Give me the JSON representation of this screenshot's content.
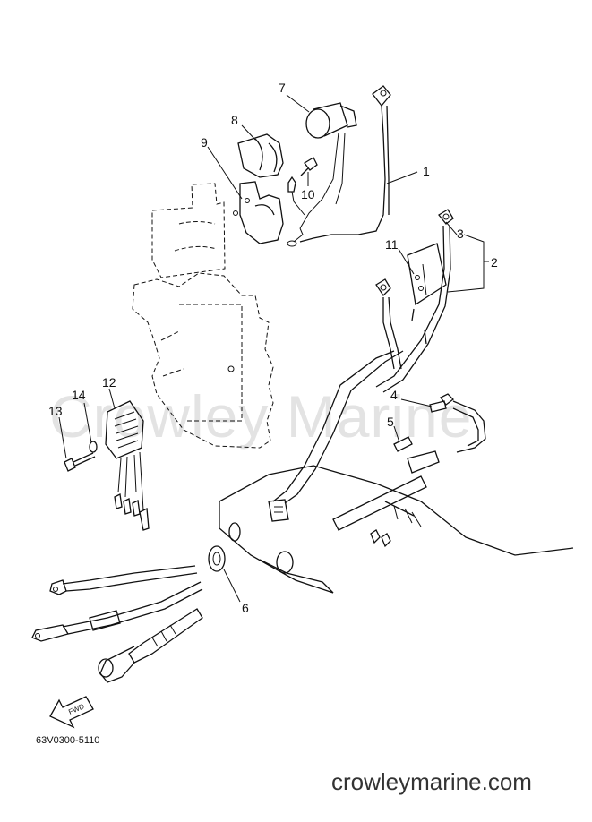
{
  "watermark": "Crowley Marine",
  "site_url": "crowleymarine.com",
  "diagram_code": "63V0300-5110",
  "fwd_label": "FWD",
  "callouts": {
    "c1": "1",
    "c2": "2",
    "c3": "3",
    "c4": "4",
    "c5": "5",
    "c6": "6",
    "c7": "7",
    "c8": "8",
    "c9": "9",
    "c10": "10",
    "c11": "11",
    "c12": "12",
    "c13": "13",
    "c14": "14"
  }
}
